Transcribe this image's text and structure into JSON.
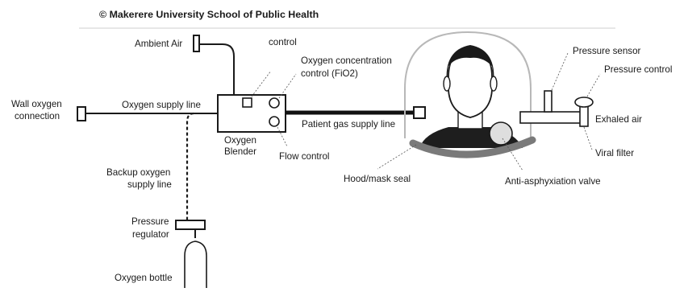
{
  "header": {
    "copyright": "© Makerere University School of Public Health"
  },
  "labels": {
    "ambient_air": "Ambient Air",
    "control_top": "control",
    "oxygen_concentration_1": "Oxygen concentration",
    "oxygen_concentration_2": "control (FiO2)",
    "wall_oxygen_1": "Wall oxygen",
    "wall_oxygen_2": "connection",
    "oxygen_supply_line": "Oxygen supply line",
    "oxygen_blender_1": "Oxygen",
    "oxygen_blender_2": "Blender",
    "patient_gas_supply_line": "Patient gas supply line",
    "flow_control": "Flow control",
    "pressure_sensor": "Pressure sensor",
    "pressure_control": "Pressure control",
    "exhaled_air": "Exhaled air",
    "viral_filter": "Viral filter",
    "hood_mask_seal": "Hood/mask seal",
    "anti_asphyxiation_valve": "Anti-asphyxiation valve",
    "backup_oxygen_1": "Backup oxygen",
    "backup_oxygen_2": "supply line",
    "pressure_regulator_1": "Pressure",
    "pressure_regulator_2": "regulator",
    "oxygen_bottle": "Oxygen bottle"
  },
  "colors": {
    "line": "#1a1a1a",
    "seal": "#7a7a7a",
    "hood": "#b8b8b8",
    "shirt": "#1e1e1e",
    "valve": "#dedede",
    "rule": "#cfcfcf"
  }
}
